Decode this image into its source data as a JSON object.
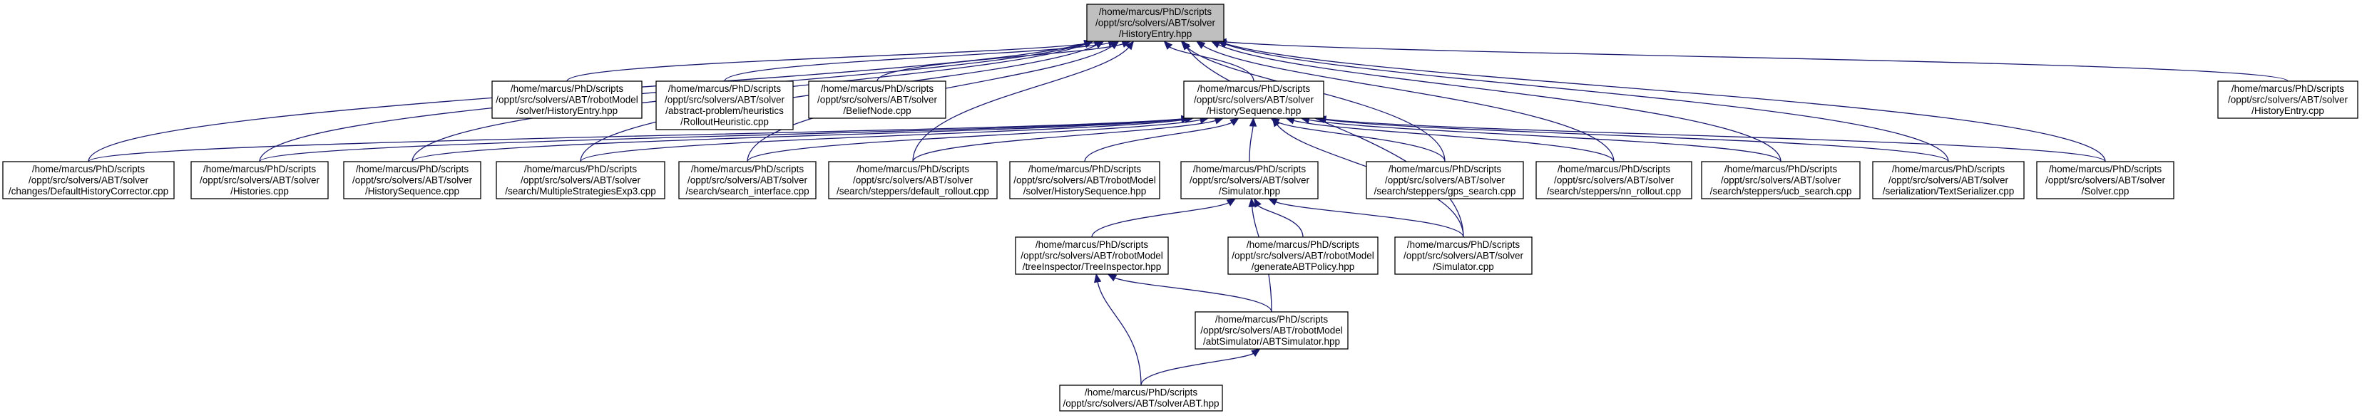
{
  "diagram": {
    "nodes": [
      {
        "id": "root",
        "root": true,
        "lines": [
          "/home/marcus/PhD/scripts",
          "/oppt/src/solvers/ABT/solver",
          "/HistoryEntry.hpp"
        ]
      },
      {
        "id": "rm_historyentry",
        "lines": [
          "/home/marcus/PhD/scripts",
          "/oppt/src/solvers/ABT/robotModel",
          "/solver/HistoryEntry.hpp"
        ]
      },
      {
        "id": "rollout_heuristic",
        "lines": [
          "/home/marcus/PhD/scripts",
          "/oppt/src/solvers/ABT/solver",
          "/abstract-problem/heuristics",
          "/RolloutHeuristic.cpp"
        ]
      },
      {
        "id": "beliefnode",
        "lines": [
          "/home/marcus/PhD/scripts",
          "/oppt/src/solvers/ABT/solver",
          "/BeliefNode.cpp"
        ]
      },
      {
        "id": "historysequence_hpp",
        "lines": [
          "/home/marcus/PhD/scripts",
          "/oppt/src/solvers/ABT/solver",
          "/HistorySequence.hpp"
        ]
      },
      {
        "id": "historyentry_cpp",
        "lines": [
          "/home/marcus/PhD/scripts",
          "/oppt/src/solvers/ABT/solver",
          "/HistoryEntry.cpp"
        ]
      },
      {
        "id": "defaulthistorycorrector",
        "lines": [
          "/home/marcus/PhD/scripts",
          "/oppt/src/solvers/ABT/solver",
          "/changes/DefaultHistoryCorrector.cpp"
        ]
      },
      {
        "id": "histories",
        "lines": [
          "/home/marcus/PhD/scripts",
          "/oppt/src/solvers/ABT/solver",
          "/Histories.cpp"
        ]
      },
      {
        "id": "historysequence_cpp",
        "lines": [
          "/home/marcus/PhD/scripts",
          "/oppt/src/solvers/ABT/solver",
          "/HistorySequence.cpp"
        ]
      },
      {
        "id": "multiplestrategies",
        "lines": [
          "/home/marcus/PhD/scripts",
          "/oppt/src/solvers/ABT/solver",
          "/search/MultipleStrategiesExp3.cpp"
        ]
      },
      {
        "id": "search_interface",
        "lines": [
          "/home/marcus/PhD/scripts",
          "/oppt/src/solvers/ABT/solver",
          "/search/search_interface.cpp"
        ]
      },
      {
        "id": "default_rollout",
        "lines": [
          "/home/marcus/PhD/scripts",
          "/oppt/src/solvers/ABT/solver",
          "/search/steppers/default_rollout.cpp"
        ]
      },
      {
        "id": "rm_historysequence",
        "lines": [
          "/home/marcus/PhD/scripts",
          "/oppt/src/solvers/ABT/robotModel",
          "/solver/HistorySequence.hpp"
        ]
      },
      {
        "id": "simulator_hpp",
        "lines": [
          "/home/marcus/PhD/scripts",
          "/oppt/src/solvers/ABT/solver",
          "/Simulator.hpp"
        ]
      },
      {
        "id": "gps_search",
        "lines": [
          "/home/marcus/PhD/scripts",
          "/oppt/src/solvers/ABT/solver",
          "/search/steppers/gps_search.cpp"
        ]
      },
      {
        "id": "nn_rollout",
        "lines": [
          "/home/marcus/PhD/scripts",
          "/oppt/src/solvers/ABT/solver",
          "/search/steppers/nn_rollout.cpp"
        ]
      },
      {
        "id": "ucb_search",
        "lines": [
          "/home/marcus/PhD/scripts",
          "/oppt/src/solvers/ABT/solver",
          "/search/steppers/ucb_search.cpp"
        ]
      },
      {
        "id": "textserializer",
        "lines": [
          "/home/marcus/PhD/scripts",
          "/oppt/src/solvers/ABT/solver",
          "/serialization/TextSerializer.cpp"
        ]
      },
      {
        "id": "solver_cpp",
        "lines": [
          "/home/marcus/PhD/scripts",
          "/oppt/src/solvers/ABT/solver",
          "/Solver.cpp"
        ]
      },
      {
        "id": "treeinspector",
        "lines": [
          "/home/marcus/PhD/scripts",
          "/oppt/src/solvers/ABT/robotModel",
          "/treeInspector/TreeInspector.hpp"
        ]
      },
      {
        "id": "generateabtpolicy",
        "lines": [
          "/home/marcus/PhD/scripts",
          "/oppt/src/solvers/ABT/robotModel",
          "/generateABTPolicy.hpp"
        ]
      },
      {
        "id": "simulator_cpp",
        "lines": [
          "/home/marcus/PhD/scripts",
          "/oppt/src/solvers/ABT/solver",
          "/Simulator.cpp"
        ]
      },
      {
        "id": "abtsimulator",
        "lines": [
          "/home/marcus/PhD/scripts",
          "/oppt/src/solvers/ABT/robotModel",
          "/abtSimulator/ABTSimulator.hpp"
        ]
      },
      {
        "id": "solverabt",
        "lines": [
          "/home/marcus/PhD/scripts",
          "/oppt/src/solvers/ABT/solverABT.hpp"
        ]
      }
    ],
    "edges": [
      {
        "from": "rm_historyentry",
        "to": "root"
      },
      {
        "from": "rollout_heuristic",
        "to": "root"
      },
      {
        "from": "beliefnode",
        "to": "root"
      },
      {
        "from": "historysequence_hpp",
        "to": "root"
      },
      {
        "from": "historyentry_cpp",
        "to": "root"
      },
      {
        "from": "defaulthistorycorrector",
        "to": "root"
      },
      {
        "from": "histories",
        "to": "root"
      },
      {
        "from": "historysequence_cpp",
        "to": "root"
      },
      {
        "from": "multiplestrategies",
        "to": "root"
      },
      {
        "from": "search_interface",
        "to": "root"
      },
      {
        "from": "default_rollout",
        "to": "root"
      },
      {
        "from": "gps_search",
        "to": "root"
      },
      {
        "from": "nn_rollout",
        "to": "root"
      },
      {
        "from": "ucb_search",
        "to": "root"
      },
      {
        "from": "textserializer",
        "to": "root"
      },
      {
        "from": "solver_cpp",
        "to": "root"
      },
      {
        "from": "simulator_cpp",
        "to": "root"
      },
      {
        "from": "defaulthistorycorrector",
        "to": "historysequence_hpp"
      },
      {
        "from": "histories",
        "to": "historysequence_hpp"
      },
      {
        "from": "historysequence_cpp",
        "to": "historysequence_hpp"
      },
      {
        "from": "multiplestrategies",
        "to": "historysequence_hpp"
      },
      {
        "from": "search_interface",
        "to": "historysequence_hpp"
      },
      {
        "from": "default_rollout",
        "to": "historysequence_hpp"
      },
      {
        "from": "rm_historysequence",
        "to": "historysequence_hpp"
      },
      {
        "from": "simulator_hpp",
        "to": "historysequence_hpp"
      },
      {
        "from": "gps_search",
        "to": "historysequence_hpp"
      },
      {
        "from": "nn_rollout",
        "to": "historysequence_hpp"
      },
      {
        "from": "ucb_search",
        "to": "historysequence_hpp"
      },
      {
        "from": "textserializer",
        "to": "historysequence_hpp"
      },
      {
        "from": "solver_cpp",
        "to": "historysequence_hpp"
      },
      {
        "from": "simulator_cpp",
        "to": "historysequence_hpp"
      },
      {
        "from": "treeinspector",
        "to": "simulator_hpp"
      },
      {
        "from": "generateabtpolicy",
        "to": "simulator_hpp"
      },
      {
        "from": "simulator_cpp",
        "to": "simulator_hpp"
      },
      {
        "from": "abtsimulator",
        "to": "simulator_hpp"
      },
      {
        "from": "abtsimulator",
        "to": "treeinspector"
      },
      {
        "from": "solverabt",
        "to": "treeinspector"
      },
      {
        "from": "solverabt",
        "to": "abtsimulator"
      }
    ],
    "colors": {
      "edge": "#191970",
      "root_fill": "#bfbfbf",
      "node_fill": "#ffffff",
      "border": "#000000"
    }
  }
}
